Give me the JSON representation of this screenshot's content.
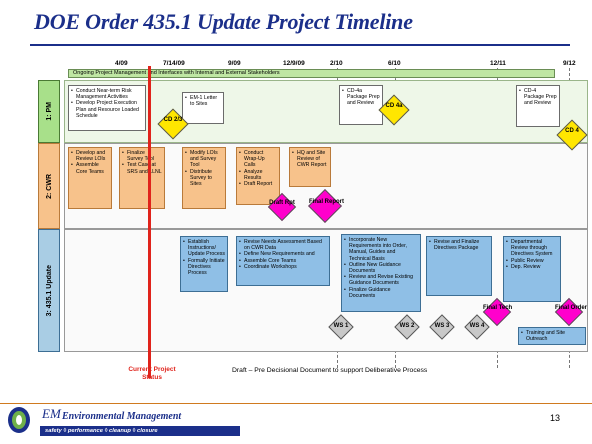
{
  "title": "DOE Order 435.1 Update Project Timeline",
  "dates": [
    "4/09",
    "7/14/09",
    "9/09",
    "12/9/09",
    "2/10",
    "6/10",
    "12/11",
    "9/12"
  ],
  "banner": "Ongoing Project Management and Interfaces with Internal and External Stakeholders",
  "rows": {
    "pm": "1: PM",
    "cwr": "2: CWR",
    "update": "3: 435.1 Update"
  },
  "pm_boxes": {
    "risk": [
      "Conduct Near-term Risk Management Activities",
      "Develop Project Execution Plan and Resource Loaded Schedule"
    ],
    "em1": [
      "EM-1 Letter to Sites"
    ],
    "cd4a": [
      "CD-4a Package Prep and Review"
    ],
    "cd4": [
      "CD-4 Package Prep and Review"
    ]
  },
  "cwr_boxes": {
    "develop": [
      "Develop and Review LOIs",
      "Assemble Core Teams"
    ],
    "finalize": [
      "Finalize Survey Tool",
      "Test Case at SRS and LLNL"
    ],
    "modify": [
      "Modify LOIs and Survey Tool",
      "Distribute Survey to Sites"
    ],
    "wrapup": [
      "Conduct Wrap-Up Calls",
      "Analyze Results",
      "Draft Report"
    ],
    "hq": [
      "HQ and Site Review of CWR Report"
    ]
  },
  "update_boxes": {
    "establish": [
      "Establish Instructions/ Update Process",
      "Formally Initiate Directives Process"
    ],
    "revise": [
      "Revise Needs Assessment Based on CWR Data",
      "Define New Requirements and",
      "Assemble Core Teams",
      "Coordinate Workshops"
    ],
    "incorporate": [
      "Incorporate New Requirements into Order, Manual, Guides and Technical Basis",
      "Outline New Guidance Documents",
      "Review and Revise Existing Guidance Documents",
      "Finalize Guidance Documents"
    ],
    "revise_finalize": [
      "Revise and Finalize Directives Package"
    ],
    "departmental": [
      "Departmental Review through Directives System",
      "Public Review",
      "Dep. Review"
    ],
    "training": [
      "Training and Site Outreach"
    ]
  },
  "milestones": {
    "cd23": "CD 2/3",
    "cd4a": "CD 4a",
    "cd4": "CD 4",
    "draft_rpt": "Draft Rpt",
    "final_report": "Final Report",
    "final_tech": "Final Tech",
    "final_order": "Final Order",
    "ws1": "WS 1",
    "ws2": "WS 2",
    "ws3": "WS 3",
    "ws4": "WS 4"
  },
  "current_status": "Current Project Status",
  "draft_notice": "Draft – Pre Decisional Document to support Deliberative Process",
  "page_number": "13",
  "logo": {
    "em": "EM",
    "name": "Environmental Management",
    "tagline": "safety ◊ performance ◊ cleanup ◊ closure"
  },
  "colors": {
    "title": "#1b2f8a",
    "pm_row": "#a8e08a",
    "update_row": "#a9cde4",
    "cwr_box": "#f7c28b",
    "update_box": "#8fbfe6",
    "cd_diamond": "#ffe600",
    "report_diamond": "#ff00cc",
    "ws_diamond": "#c8c8c8",
    "current_status": "#e0231b"
  }
}
